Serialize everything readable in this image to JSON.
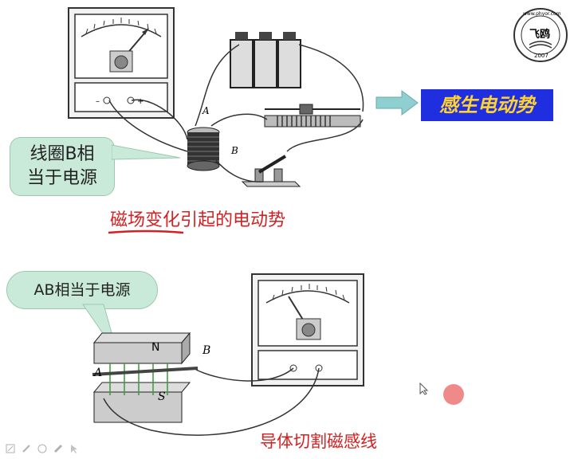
{
  "top_panel": {
    "callout_coil": "线圈B相\n当于电源",
    "label_a": "A",
    "label_b": "B",
    "caption": "磁场变化引起的电动势",
    "result_box": "感生电动势"
  },
  "bottom_panel": {
    "callout_ab": "AB相当于电源",
    "label_n": "N",
    "label_s": "S",
    "label_a": "A",
    "label_b": "B",
    "caption": "导体切割磁感线"
  },
  "logo": {
    "text": "飞鸥",
    "url": "www.phyor.com",
    "year": "2007"
  },
  "colors": {
    "callout_fill": "#c9ead8",
    "caption_red": "#d42020",
    "result_bg": "#1f2fe0",
    "result_text": "#ffd22e",
    "arrow_fill": "#8fcfcf",
    "cursor_dot": "#f08a8a"
  },
  "toolbar": {
    "icons": [
      "pen-icon",
      "pencil-icon",
      "eraser-icon",
      "pointer-icon",
      "arrow-icon"
    ]
  }
}
